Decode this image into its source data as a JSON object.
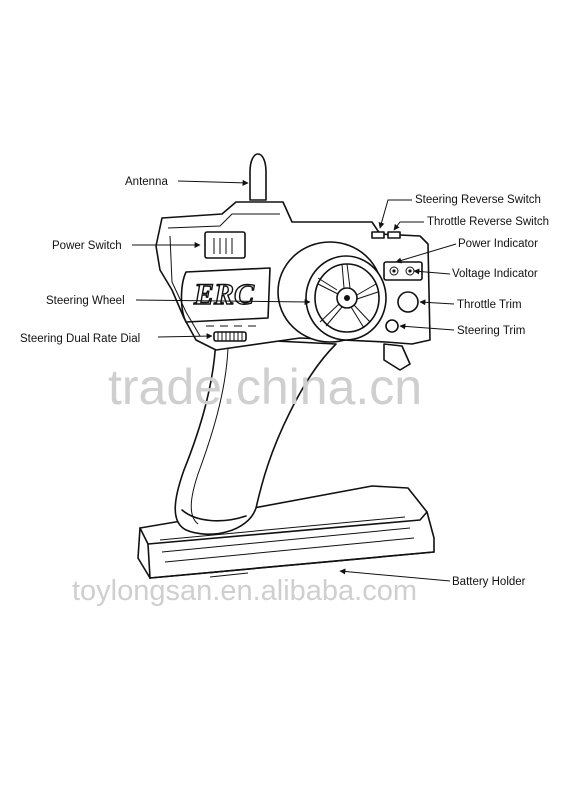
{
  "brand": "ERC",
  "labels": {
    "antenna": "Antenna",
    "steering_reverse_switch": "Steering Reverse Switch",
    "throttle_reverse_switch": "Throttle Reverse Switch",
    "power_switch": "Power Switch",
    "power_indicator": "Power Indicator",
    "voltage_indicator": "Voltage Indicator",
    "steering_wheel": "Steering Wheel",
    "throttle_trim": "Throttle Trim",
    "steering_dual_rate_dial": "Steering Dual Rate Dial",
    "steering_trim": "Steering Trim",
    "battery_holder": "Battery Holder"
  },
  "watermarks": {
    "primary": "trade.china.cn",
    "secondary": "toylongsan.en.alibaba.com"
  }
}
